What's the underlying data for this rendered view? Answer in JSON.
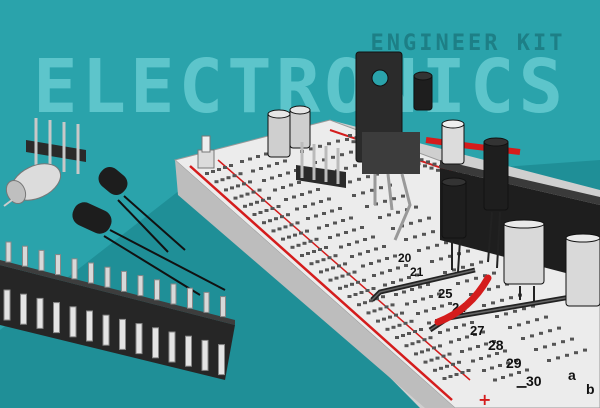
{
  "heading": {
    "subtitle": "ENGINEER KIT",
    "title": "ELECTRONICS"
  },
  "breadboard": {
    "row_numbers": [
      "20",
      "21",
      "25",
      "24",
      "27",
      "28",
      "29",
      "30"
    ],
    "column_letters": [
      "a",
      "b"
    ],
    "rail_plus": "+",
    "rail_minus": "−"
  },
  "colors": {
    "background": "#2aa3ab",
    "title_text": "#6fd0d6",
    "board": "#e8e8e8",
    "rail_red": "#d41c1c",
    "component_dark": "#222222"
  }
}
